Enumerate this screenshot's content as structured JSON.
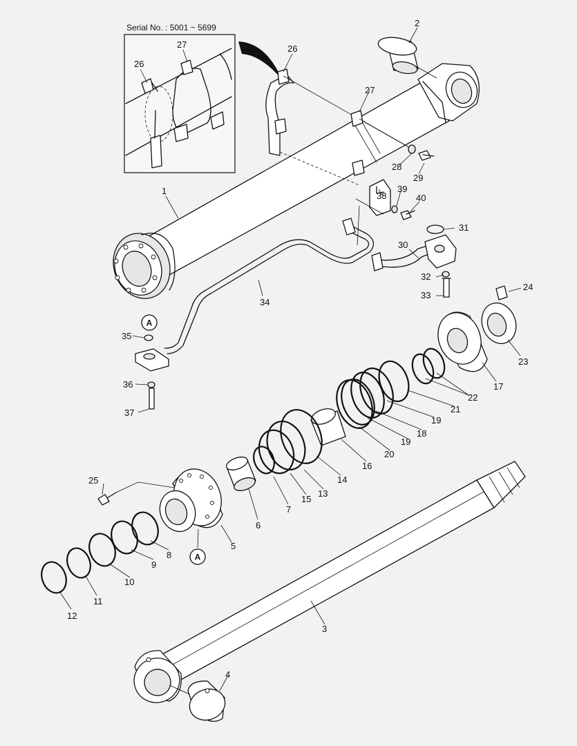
{
  "inset": {
    "serial_text": "Serial No. : 5001 ~ 5699"
  },
  "callouts": {
    "c1": "1",
    "c2": "2",
    "c3": "3",
    "c4": "4",
    "c5": "5",
    "c6": "6",
    "c7": "7",
    "c8": "8",
    "c9": "9",
    "c10": "10",
    "c11": "11",
    "c12": "12",
    "c13": "13",
    "c14": "14",
    "c15": "15",
    "c16": "16",
    "c17": "17",
    "c18": "18",
    "c19a": "19",
    "c19b": "19",
    "c20": "20",
    "c21": "21",
    "c22": "22",
    "c23": "23",
    "c24": "24",
    "c25": "25",
    "c26a": "26",
    "c26b": "26",
    "c27a": "27",
    "c27b": "27",
    "c28": "28",
    "c29": "29",
    "c30": "30",
    "c31": "31",
    "c32": "32",
    "c33": "33",
    "c34": "34",
    "c35": "35",
    "c36": "36",
    "c37": "37",
    "c38": "38",
    "c39": "39",
    "c40": "40"
  },
  "markers": {
    "a1": "A",
    "a2": "A"
  }
}
